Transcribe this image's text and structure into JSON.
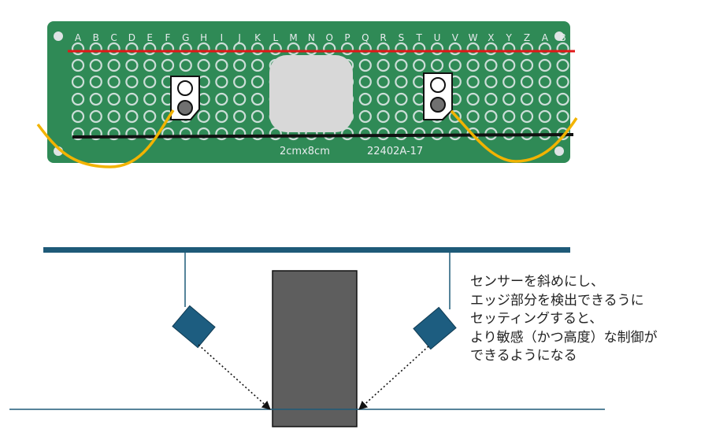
{
  "board": {
    "column_letters": [
      "A",
      "B",
      "C",
      "D",
      "E",
      "F",
      "G",
      "H",
      "I",
      "J",
      "K",
      "L",
      "M",
      "N",
      "O",
      "P",
      "Q",
      "R",
      "S",
      "T",
      "U",
      "V",
      "W",
      "X",
      "Y",
      "Z",
      "A",
      "B"
    ],
    "size_label": "2cmx8cm",
    "part_number": "22402A-17",
    "colors": {
      "pcb": "#2f8a56",
      "pad": "#e8ecee",
      "red_wire": "#e01818",
      "black_wire": "#111111",
      "yellow_wire": "#f2b300",
      "center_part": "#d8d8d8",
      "sensor_dark": "#707070"
    }
  },
  "diagram": {
    "colors": {
      "rail": "#1e5a78",
      "sensor": "#1d5d80",
      "object": "#5e5e5e"
    }
  },
  "note": {
    "lines": [
      "センサーを斜めにし、",
      "エッジ部分を検出できるうに",
      "セッティングすると、",
      "より敏感（かつ高度）な制御が",
      "できるようになる"
    ]
  }
}
